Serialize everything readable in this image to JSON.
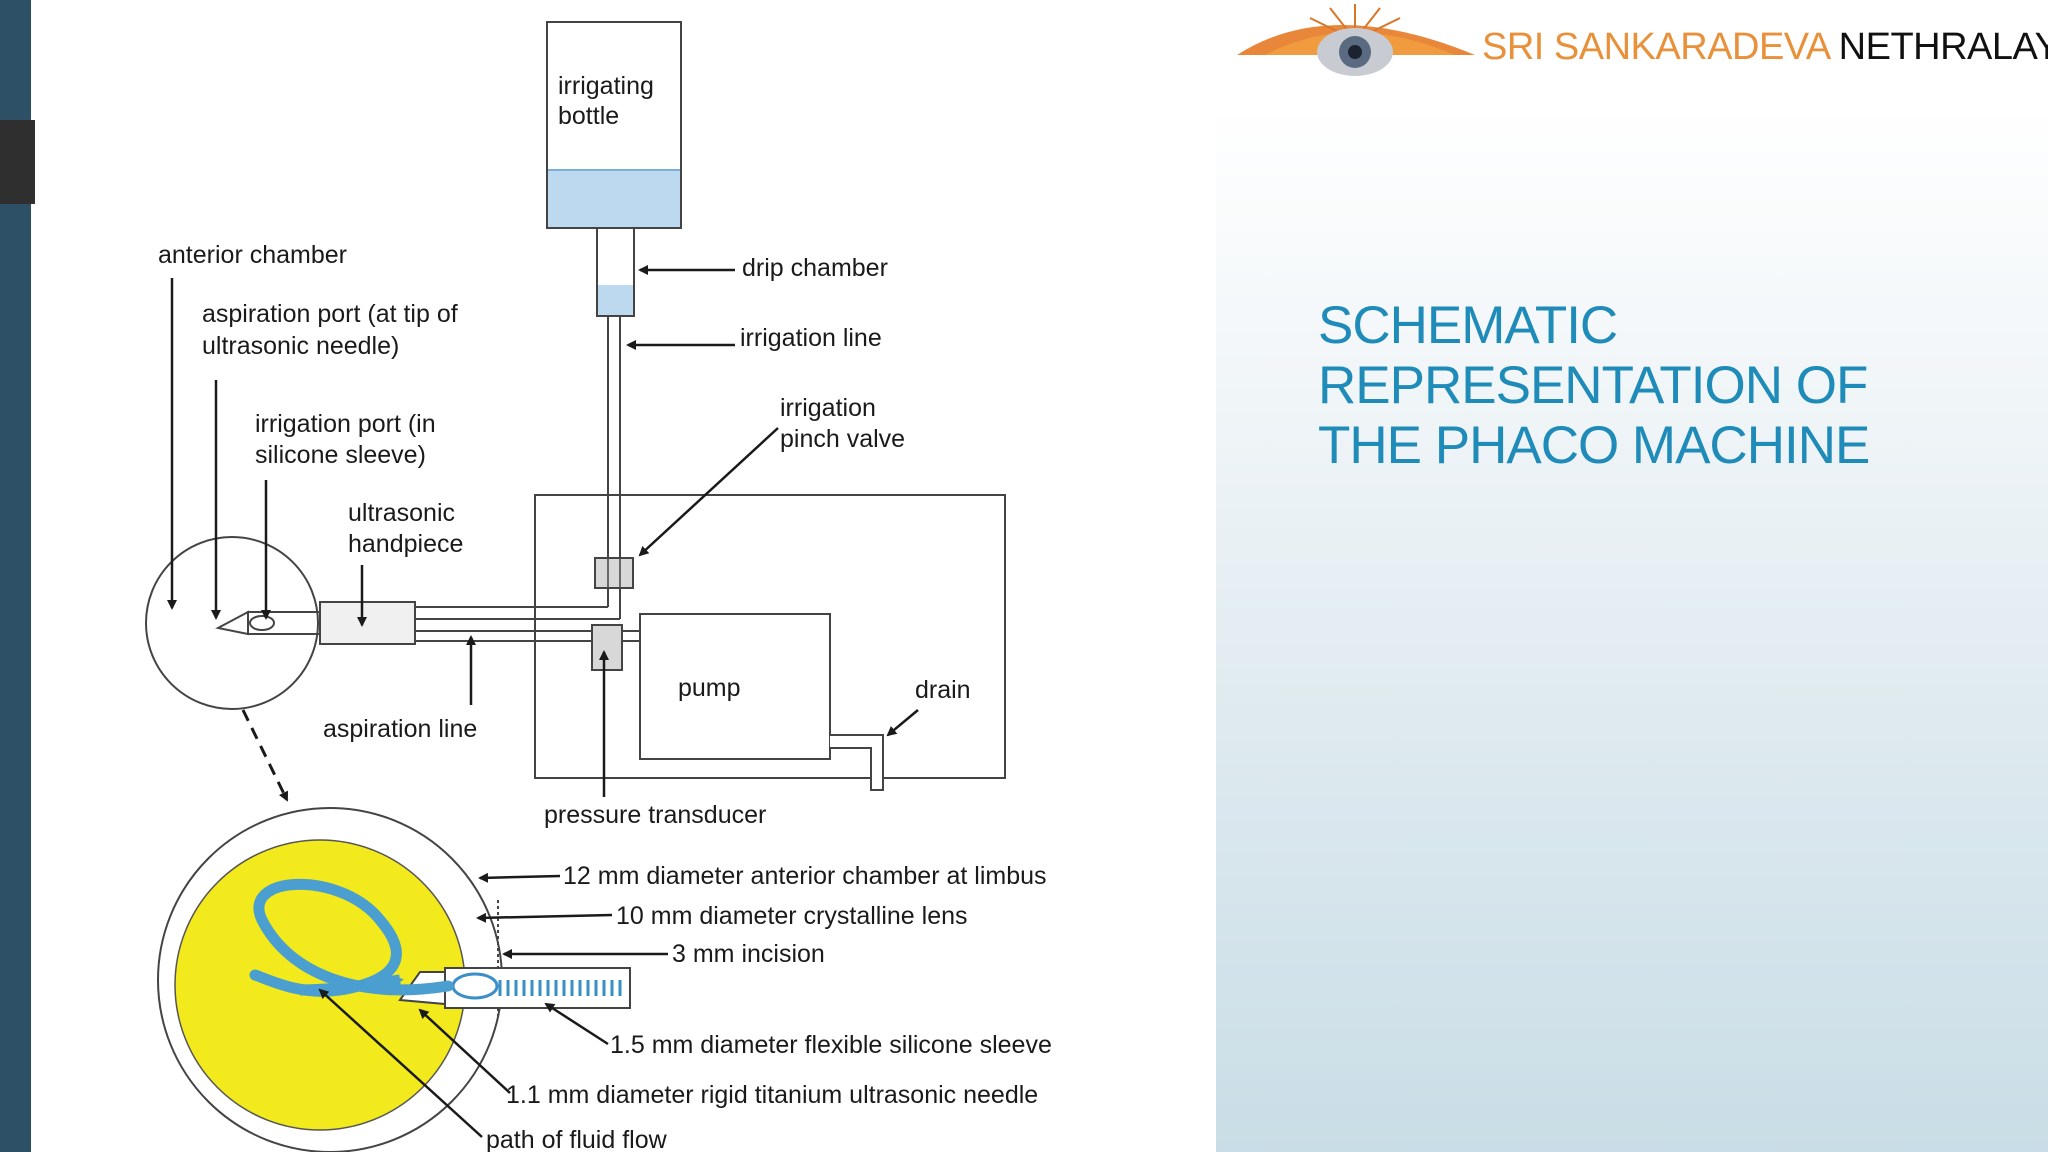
{
  "slide": {
    "title_lines": [
      "SCHEMATIC",
      "REPRESENTATION OF",
      "THE PHACO MACHINE"
    ]
  },
  "logo": {
    "text_orange": "SRI SANKARADEVA",
    "text_black": "NETHRALAYA",
    "colors": {
      "orange": "#e8913a",
      "black": "#111111"
    }
  },
  "diagram": {
    "labels": {
      "irrigating_bottle_1": "irrigating",
      "irrigating_bottle_2": "bottle",
      "drip_chamber": "drip chamber",
      "irrigation_line": "irrigation line",
      "pinch_valve_1": "irrigation",
      "pinch_valve_2": "pinch valve",
      "anterior_chamber": "anterior chamber",
      "aspiration_port_1": "aspiration port (at tip of",
      "aspiration_port_2": "ultrasonic needle)",
      "irrigation_port_1": "irrigation port (in",
      "irrigation_port_2": "silicone sleeve)",
      "handpiece_1": "ultrasonic",
      "handpiece_2": "handpiece",
      "pump": "pump",
      "drain": "drain",
      "aspiration_line": "aspiration line",
      "pressure_transducer": "pressure transducer",
      "ac_limbus": "12 mm diameter anterior chamber at limbus",
      "crystalline_lens": "10 mm diameter crystalline lens",
      "incision": "3 mm incision",
      "silicone_sleeve": "1.5 mm diameter flexible silicone sleeve",
      "titanium_needle": "1.1 mm diameter rigid titanium ultrasonic needle",
      "fluid_flow": "path of fluid flow"
    },
    "colors": {
      "lens": "#f2ea1c",
      "fluid": "#5aa9d6",
      "fluid_light": "#bcd9ef"
    }
  },
  "theme": {
    "sidebar": "#2d5066",
    "title_color": "#1f8bb8"
  }
}
